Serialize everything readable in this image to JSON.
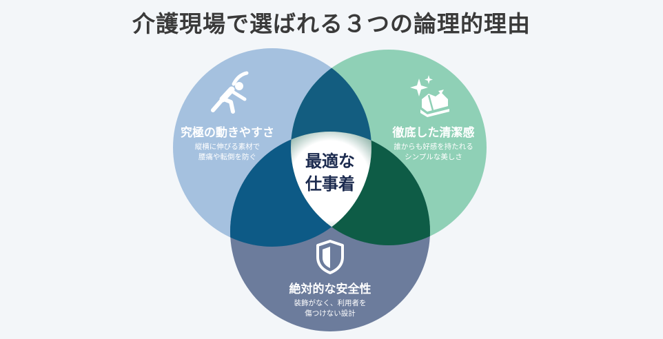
{
  "title": "介護現場で選ばれる３つの論理的理由",
  "center": {
    "line1": "最適な",
    "line2": "仕事着"
  },
  "circles": [
    {
      "id": "mobility",
      "icon": "stretching-person-icon",
      "heading": "究極の動きやすさ",
      "sub_line1": "縦横に伸びる素材で",
      "sub_line2": "腰痛や転倒を防ぐ",
      "color": "#a5c1df"
    },
    {
      "id": "cleanliness",
      "icon": "sparkling-folded-clothes-icon",
      "heading": "徹底した清潔感",
      "sub_line1": "誰からも好感を持たれる",
      "sub_line2": "シンプルな美しさ",
      "color": "#8fd0b6"
    },
    {
      "id": "safety",
      "icon": "shield-icon",
      "heading": "絶対的な安全性",
      "sub_line1": "装飾がなく、利用者を",
      "sub_line2": "傷つけない設計",
      "color": "#6c7c9c"
    }
  ],
  "overlap_colors": {
    "mobility_cleanliness": "#135d80",
    "mobility_safety": "#0d5a86",
    "cleanliness_safety": "#0e5c46",
    "center_glow": "#ffffff"
  },
  "background": "#f3f6f9"
}
